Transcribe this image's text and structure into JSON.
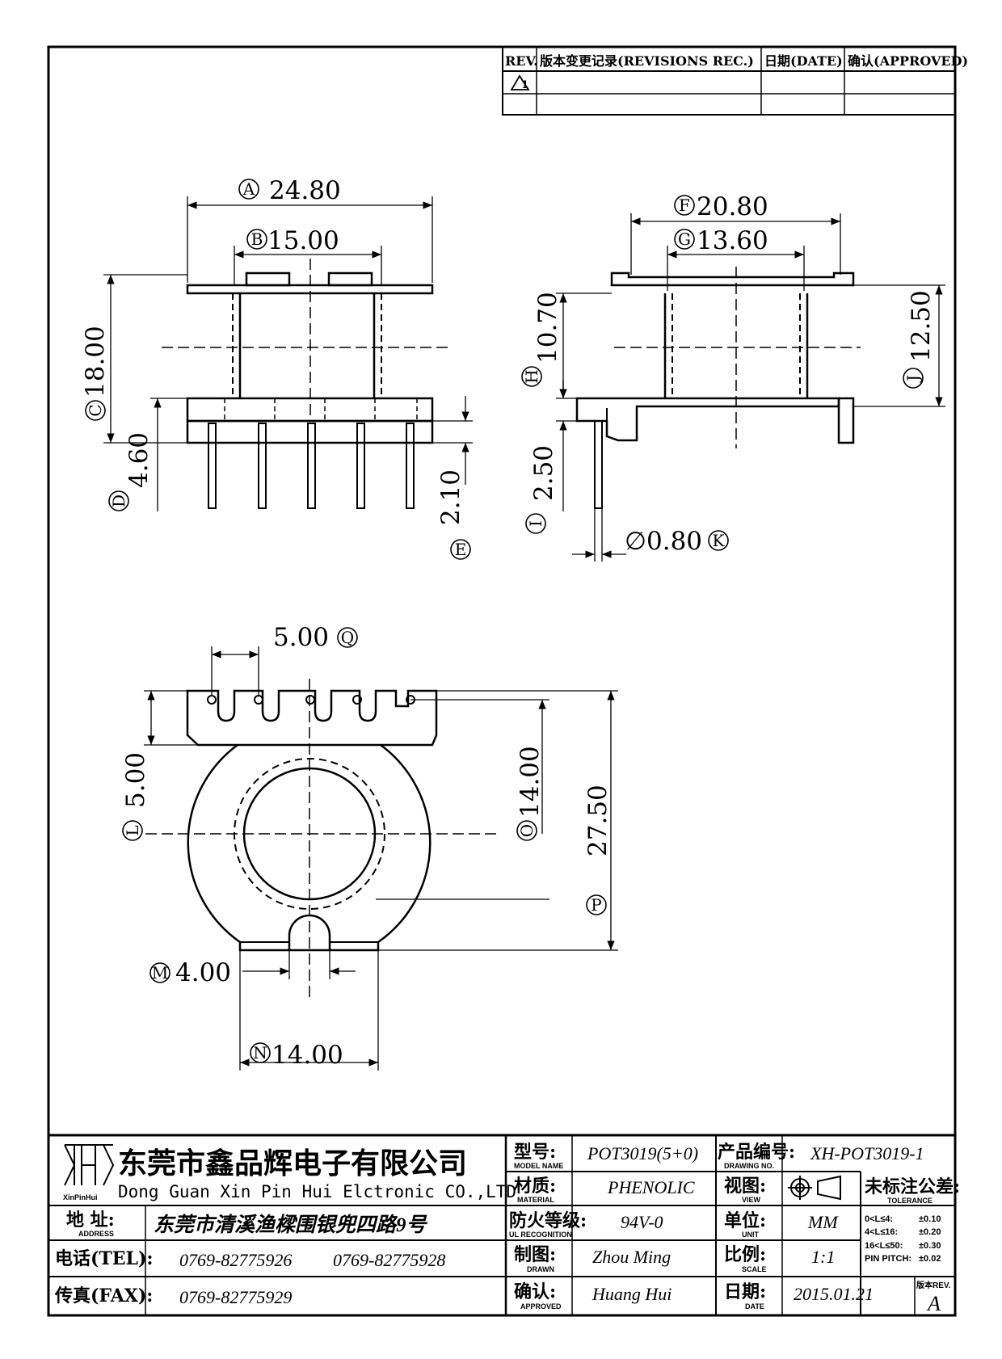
{
  "revision_table": {
    "rev_header": "REV.",
    "record_header": "版本变更记录(REVISIONS REC.)",
    "date_header": "日期(DATE)",
    "approved_header": "确认(APPROVED)",
    "rev_symbol": "1"
  },
  "dimensions": {
    "A": "24.80",
    "B": "15.00",
    "C": "18.00",
    "D": "4.60",
    "E": "2.10",
    "F": "20.80",
    "G": "13.60",
    "H": "10.70",
    "I": "2.50",
    "J": "12.50",
    "K": "∅0.80",
    "L": "5.00",
    "M": "4.00",
    "N": "14.00",
    "O": "14.00",
    "P": "27.50",
    "Q": "5.00"
  },
  "title_block": {
    "company_cn": "东莞市鑫品辉电子有限公司",
    "company_en": "Dong Guan Xin Pin Hui Elctronic CO.,LTD",
    "logo_text": "XinPinHui",
    "address_label": "地  址:",
    "address_sub": "ADDRESS",
    "address_value": "东莞市清溪渔樑围银兜四路9号",
    "tel_label": "电话(TEL):",
    "tel_value_1": "0769-82775926",
    "tel_value_2": "0769-82775928",
    "fax_label": "传真(FAX):",
    "fax_value": "0769-82775929",
    "model_label": "型号:",
    "model_sub": "MODEL NAME",
    "model_value": "POT3019(5+0)",
    "material_label": "材质:",
    "material_sub": "MATERIAL",
    "material_value": "PHENOLIC",
    "flame_label": "防火等级:",
    "flame_sub": "UL RECOGNITION",
    "flame_value": "94V-0",
    "drawn_label": "制图:",
    "drawn_sub": "DRAWN",
    "drawn_value": "Zhou Ming",
    "approved_label": "确认:",
    "approved_sub": "APPROVED",
    "approved_value": "Huang Hui",
    "drawing_no_label": "产品编号:",
    "drawing_no_sub": "DRAWING NO.",
    "drawing_no_value": "XH-POT3019-1",
    "view_label": "视图:",
    "view_sub": "VIEW",
    "unit_label": "单位:",
    "unit_sub": "UNIT",
    "unit_value": "MM",
    "scale_label": "比例:",
    "scale_sub": "SCALE",
    "scale_value": "1:1",
    "date_label": "日期:",
    "date_sub": "DATE",
    "date_value": "2015.01.21",
    "tolerance_label": "未标注公差:",
    "tolerance_sub": "TOLERANCE",
    "tolerances": [
      {
        "range": "0<L≤4:",
        "value": "±0.10"
      },
      {
        "range": "4<L≤16:",
        "value": "±0.20"
      },
      {
        "range": "16<L≤50:",
        "value": "±0.30"
      },
      {
        "range": "PIN PITCH:",
        "value": "±0.02"
      }
    ],
    "version_label": "版本REV.",
    "version_value": "A"
  }
}
